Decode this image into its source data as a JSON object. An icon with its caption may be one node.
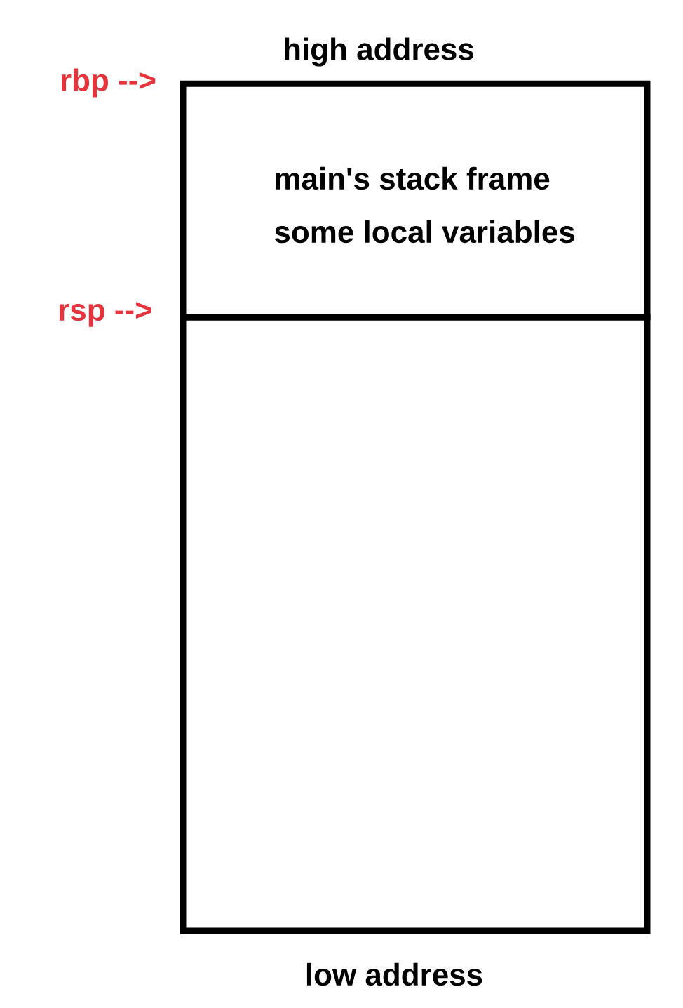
{
  "diagram": {
    "nodes": [
      {
        "text": [
          "main's stack frame",
          "some local variables"
        ]
      },
      {
        "text": [],
        "shape": "box"
      }
    ],
    "labels": [
      "high address",
      "rbp -->",
      "rsp -->",
      "low address"
    ]
  }
}
